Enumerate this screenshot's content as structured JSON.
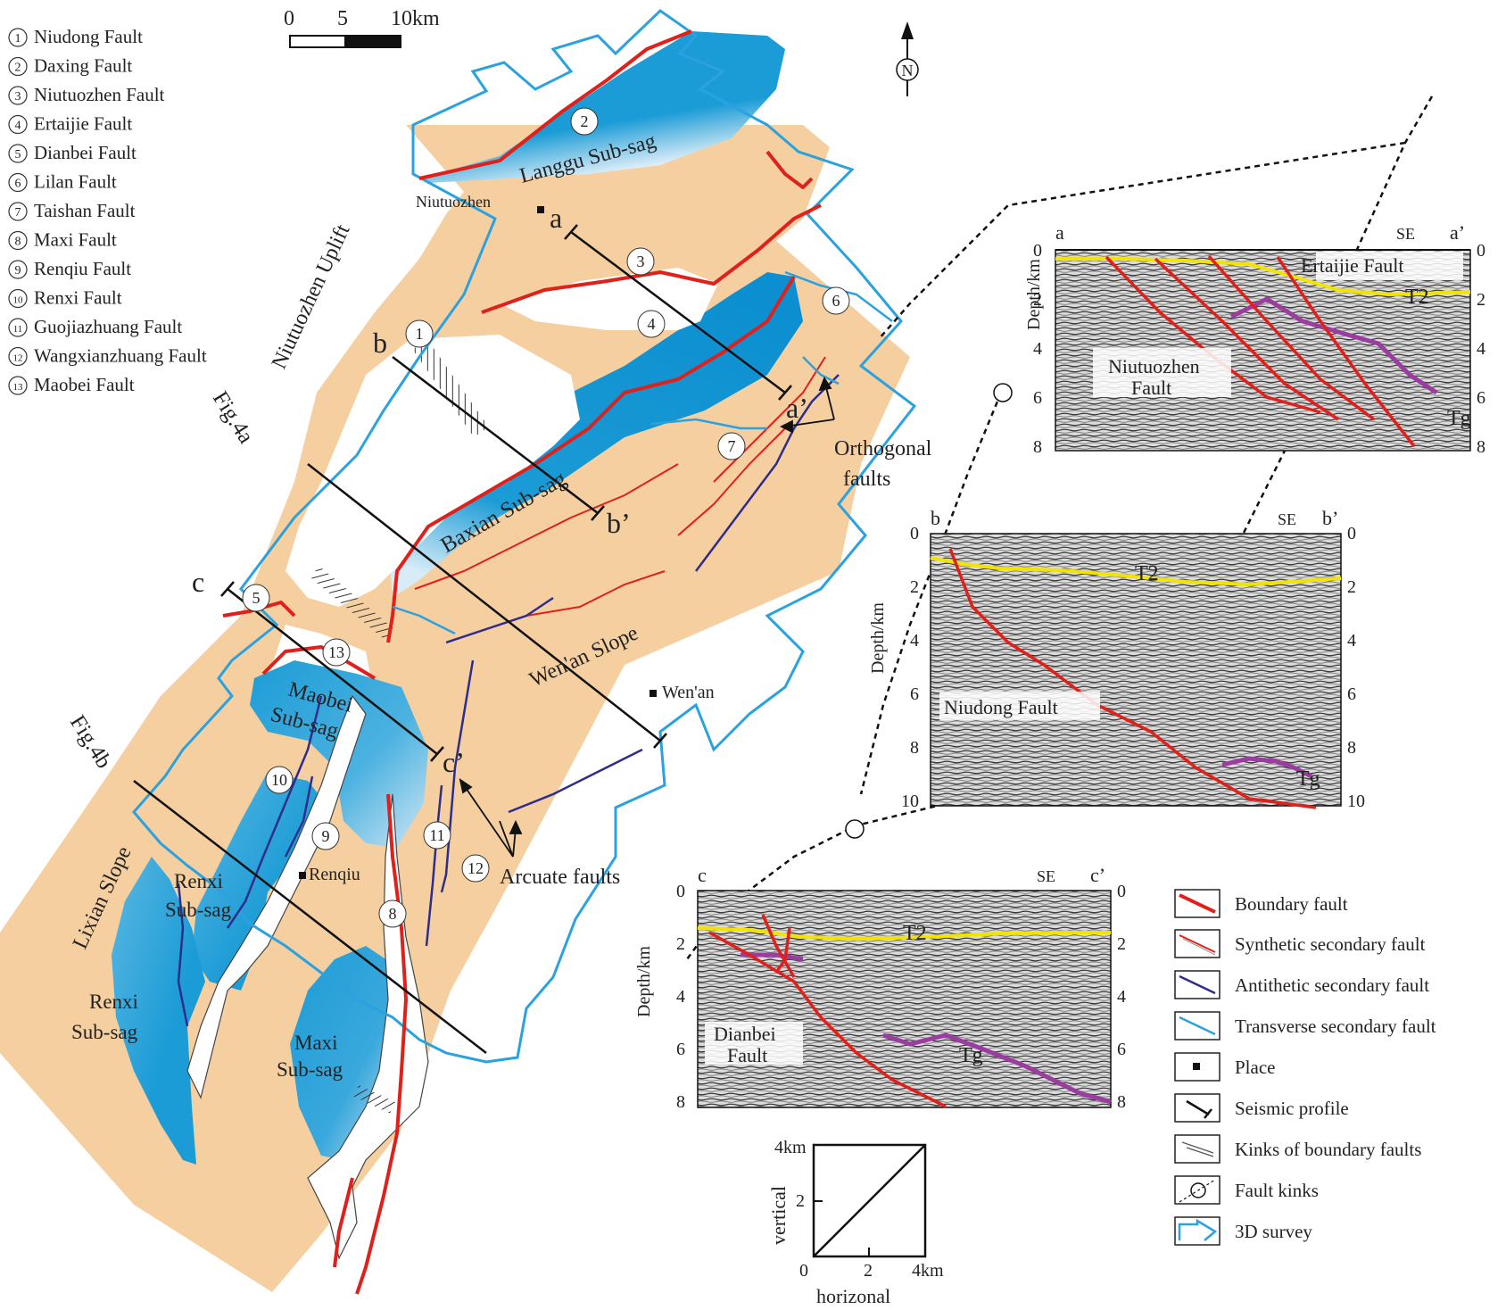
{
  "fault_index": [
    {
      "num": "1",
      "name": "Niudong Fault"
    },
    {
      "num": "2",
      "name": "Daxing Fault"
    },
    {
      "num": "3",
      "name": "Niutuozhen Fault"
    },
    {
      "num": "4",
      "name": "Ertaijie Fault"
    },
    {
      "num": "5",
      "name": "Dianbei Fault"
    },
    {
      "num": "6",
      "name": "Lilan Fault"
    },
    {
      "num": "7",
      "name": "Taishan Fault"
    },
    {
      "num": "8",
      "name": "Maxi Fault"
    },
    {
      "num": "9",
      "name": "Renqiu Fault"
    },
    {
      "num": "10",
      "name": "Renxi Fault"
    },
    {
      "num": "11",
      "name": "Guojiazhuang Fault"
    },
    {
      "num": "12",
      "name": "Wangxianzhuang Fault"
    },
    {
      "num": "13",
      "name": "Maobei Fault"
    }
  ],
  "scale_bar": {
    "tick_0": "0",
    "tick_5": "5",
    "tick_10": "10km"
  },
  "north_arrow": {
    "label": "N",
    "icon": "north-arrow-icon"
  },
  "map_labels": {
    "langgu": "Langgu Sub-sag",
    "niutuozhen_place": "Niutuozhen",
    "niutuozhen_uplift": "Niutuozhen Uplift",
    "baxian": "Baxian Sub-sag",
    "wenan_slope": "Wen'an Slope",
    "wenan_place": "Wen'an",
    "maobei_1": "Maobei",
    "maobei_2": "Sub-sag",
    "renxi_a_1": "Renxi",
    "renxi_a_2": "Sub-sag",
    "renxi_b_1": "Renxi",
    "renxi_b_2": "Sub-sag",
    "renqiu": "Renqiu",
    "maxi_1": "Maxi",
    "maxi_2": "Sub-sag",
    "lixian": "Lixian Slope",
    "orthogonal_1": "Orthogonal",
    "orthogonal_2": "faults",
    "arcuate": "Arcuate faults",
    "fig4a": "Fig.4a",
    "fig4b": "Fig.4b"
  },
  "profile_labels": {
    "a": "a",
    "a_end": "a’",
    "b": "b",
    "b_end": "b’",
    "c": "c",
    "c_end": "c’"
  },
  "sections": {
    "a": {
      "left": "a",
      "right": "a’",
      "dir": "SE",
      "axis": "Depth/km",
      "ticks": [
        "0",
        "2",
        "4",
        "6",
        "8"
      ],
      "horizons": {
        "t2": "T2",
        "tg": "Tg"
      },
      "fault_1": "Ertaijie Fault",
      "fault_2a": "Niutuozhen",
      "fault_2b": "Fault"
    },
    "b": {
      "left": "b",
      "right": "b’",
      "dir": "SE",
      "axis": "Depth/km",
      "ticks": [
        "0",
        "2",
        "4",
        "6",
        "8",
        "10"
      ],
      "horizons": {
        "t2": "T2",
        "tg": "Tg"
      },
      "fault_1": "Niudong Fault"
    },
    "c": {
      "left": "c",
      "right": "c’",
      "dir": "SE",
      "axis": "Depth/km",
      "ticks": [
        "0",
        "2",
        "4",
        "6",
        "8"
      ],
      "horizons": {
        "t2": "T2",
        "tg": "Tg"
      },
      "fault_1a": "Dianbei",
      "fault_1b": "Fault"
    }
  },
  "aspect_box": {
    "top": "4km",
    "mid": "2",
    "x0": "0",
    "x_mid": "2",
    "x_max": "4km",
    "xlabel": "horizonal",
    "ylabel": "vertical"
  },
  "legend": [
    {
      "label": "Boundary fault",
      "icon": "boundary-fault-icon"
    },
    {
      "label": "Synthetic secondary fault",
      "icon": "synthetic-fault-icon"
    },
    {
      "label": "Antithetic secondary fault",
      "icon": "antithetic-fault-icon"
    },
    {
      "label": "Transverse secondary fault",
      "icon": "transverse-fault-icon"
    },
    {
      "label": "Place",
      "icon": "place-icon"
    },
    {
      "label": "Seismic profile",
      "icon": "seismic-profile-icon"
    },
    {
      "label": "Kinks of boundary faults",
      "icon": "kinks-icon"
    },
    {
      "label": "Fault kinks",
      "icon": "fault-kink-icon"
    },
    {
      "label": "3D survey",
      "icon": "survey-icon"
    }
  ],
  "colors": {
    "boundary": "#e0201b",
    "sag_blue": "#1c9cd6",
    "uplift": "#f6cfa0",
    "survey": "#2aa2e0",
    "antithetic": "#2d2d8c",
    "horizon_t2": "#f2e400",
    "horizon_tg": "#9b3da0"
  }
}
